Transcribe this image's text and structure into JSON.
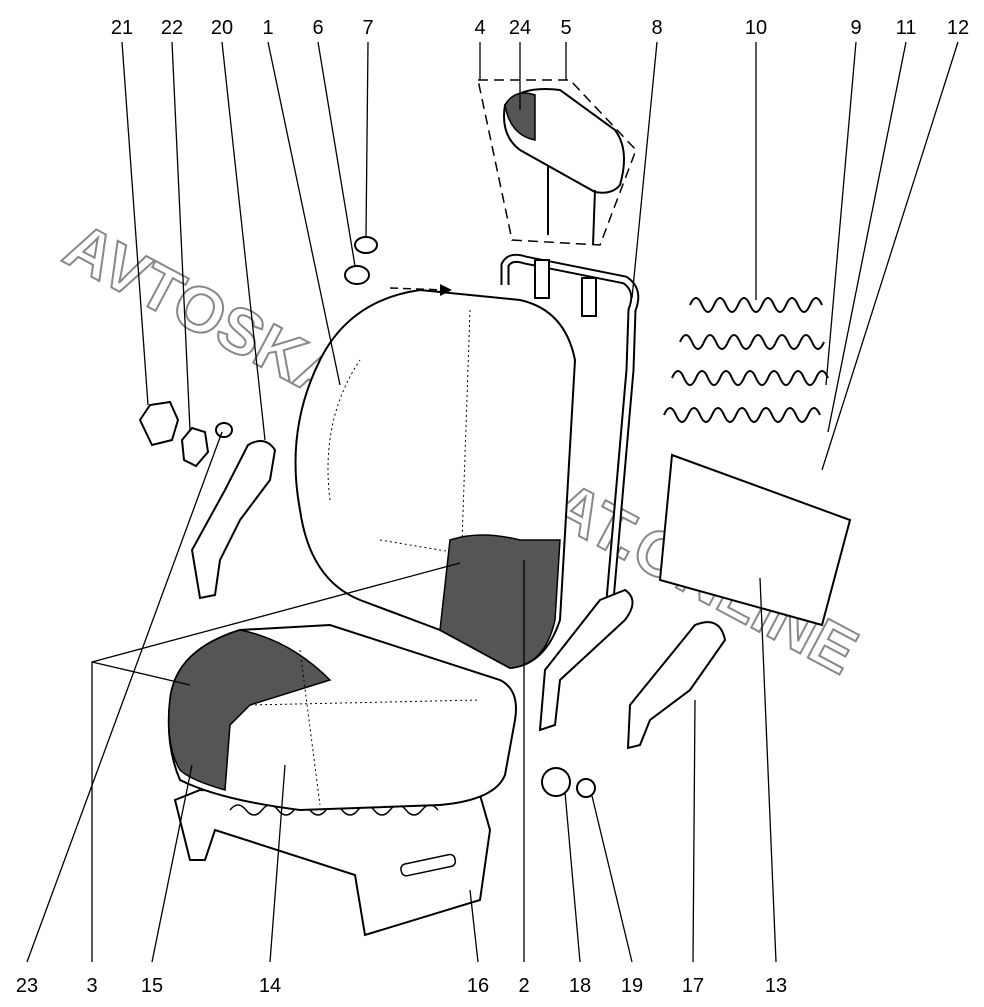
{
  "title": "Seat exploded parts diagram",
  "watermark": "AVTOSKAZKA.AGAT.ONLINE",
  "callouts_top": [
    "21",
    "22",
    "20",
    "1",
    "6",
    "7",
    "4",
    "24",
    "5",
    "8",
    "10",
    "9",
    "11",
    "12"
  ],
  "callouts_bottom": [
    "23",
    "3",
    "15",
    "14",
    "16",
    "2",
    "18",
    "19",
    "17",
    "13"
  ]
}
